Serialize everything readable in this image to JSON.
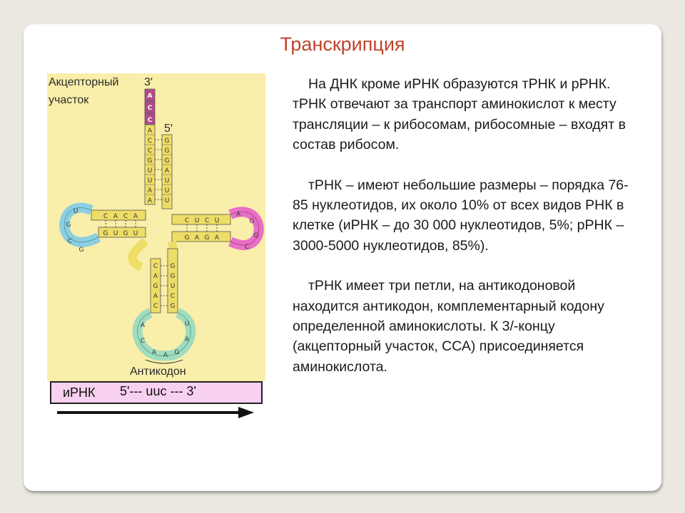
{
  "slide": {
    "title": "Транскрипция",
    "paragraphs": [
      "На ДНК кроме иРНК образуются тРНК и рРНК. тРНК отвечают за транспорт аминокислот к месту трансляции – к рибосомам, рибосомные – входят в состав рибосом.",
      "тРНК – имеют небольшие размеры – порядка 76-85 нуклеотидов, их около 10% от всех видов РНК в клетке (иРНК – до 30 000 нуклеотидов, 5%; рРНК – 3000-5000 нуклеотидов, 85%).",
      "тРНК имеет три петли, на антикодоновой находится антикодон, комплементарный кодону определенной аминокислоты. К 3/-концу (акцепторный участок, ССА) присоединяется аминокислота."
    ]
  },
  "figure": {
    "acceptor_label_line1": "Акцепторный",
    "acceptor_label_line2": "участок",
    "three_prime": "3′",
    "five_prime": "5′",
    "anticodon_label": "Антикодон",
    "mrna_label": "иРНК",
    "mrna_sequence": "5'--- uuc --- 3'",
    "acceptor_cca": [
      "A",
      "C",
      "C"
    ],
    "colors": {
      "stem": "#eedd66",
      "acceptor_tip": "#b34a8a",
      "d_loop": "#8ccfe0",
      "t_loop": "#e86fc4",
      "anticodon_loop": "#9fdcc0",
      "background": "#f9eeaa",
      "mrna_bg": "#f8d0f0",
      "title": "#c0432b"
    }
  }
}
